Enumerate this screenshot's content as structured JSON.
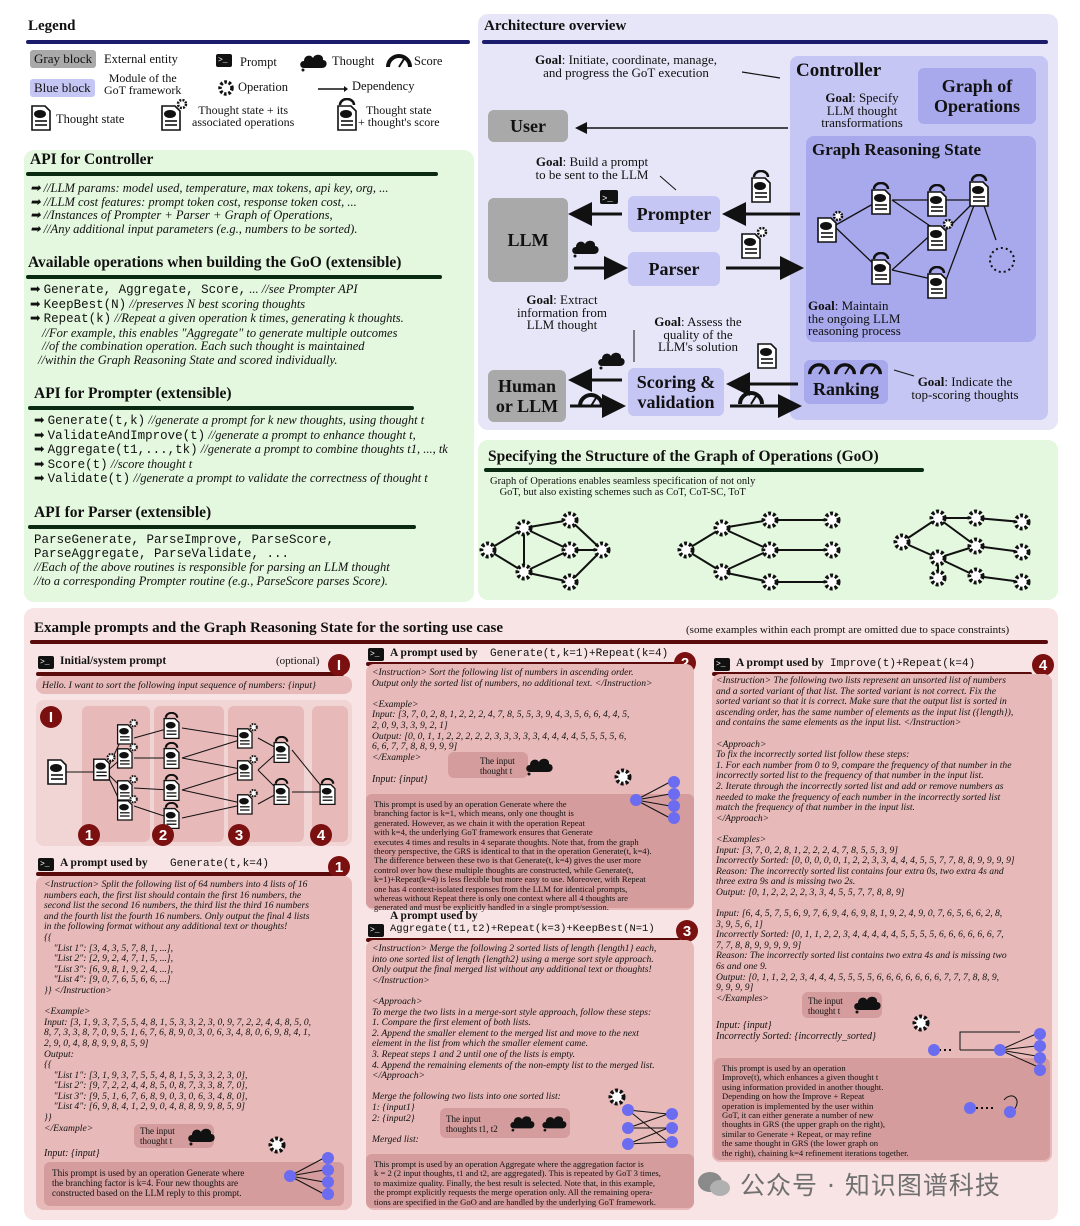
{
  "legend": {
    "title": "Legend",
    "gray_block": "Gray block",
    "gray_desc": "External entity",
    "blue_block": "Blue block",
    "blue_desc": "Module of the\nGoT framework",
    "thought_state": "Thought state",
    "prompt": "Prompt",
    "operation": "Operation",
    "ts_ops": "Thought state + its\nassociated operations",
    "thought": "Thought",
    "dependency": "Dependency",
    "score": "Score",
    "ts_score": "Thought state\n+ thought's score"
  },
  "arch": {
    "title": "Architecture overview",
    "goal_ctrl": "Initiate, coordinate, manage,\nand progress the GoT execution",
    "controller": "Controller",
    "goal_ops": "Specify\nLLM thought\ntransformations",
    "graph_ops": "Graph of\nOperations",
    "user": "User",
    "goal_prompter": "Build a prompt\nto be sent to the LLM",
    "grs": "Graph Reasoning State",
    "llm": "LLM",
    "prompter": "Prompter",
    "parser": "Parser",
    "goal_parser": "Extract\ninformation from\nLLM thought",
    "goal_grs": "Maintain\nthe ongoing LLM\nreasoning process",
    "goal_scoring": "Assess the\nquality of the\nLLM's solution",
    "human": "Human\nor LLM",
    "scoring": "Scoring &\nvalidation",
    "ranking": "Ranking",
    "goal_ranking": "Indicate the\ntop-scoring thoughts",
    "goal_label": "Goal"
  },
  "api_ctrl": {
    "title": "API for Controller",
    "lines": [
      "//LLM params: model used, temperature, max tokens, api key, org, ...",
      "//LLM cost features: prompt token cost, response token cost, ...",
      "//Instances of Prompter + Parser + Graph of Operations,",
      "//Any additional input parameters (e.g., numbers to be sorted)."
    ]
  },
  "ops": {
    "title": "Available operations when building the GoO (extensible)",
    "l1c": "Generate, Aggregate, Score,",
    "l1t": " ... //see Prompter API",
    "l2c": "KeepBest(N)",
    "l2t": " //preserves N best scoring thoughts",
    "l3c": "Repeat(k)",
    "l3t": " //Repeat a given operation k times, generating k thoughts.",
    "l4": "//For example, this enables \"Aggregate\" to generate multiple outcomes",
    "l5": "//of the combination operation. Each such thought is maintained",
    "l6": "//within the Graph Reasoning State and scored individually."
  },
  "api_prompter": {
    "title": "API for Prompter (extensible)",
    "lines": [
      [
        "Generate(t,k)",
        " //generate a prompt for k new thoughts, using thought t"
      ],
      [
        "ValidateAndImprove(t)",
        " //generate a prompt to enhance thought t,"
      ],
      [
        "Aggregate(t1,...,tk)",
        " //generate a prompt to combine thoughts t1, ..., tk"
      ],
      [
        "Score(t)",
        " //score thought t"
      ],
      [
        "Validate(t)",
        " //generate a prompt to validate the correctness of thought t"
      ]
    ]
  },
  "api_parser": {
    "title": "API for Parser (extensible)",
    "l1": "ParseGenerate, ParseImprove, ParseScore,",
    "l2": "ParseAggregate, ParseValidate, ...",
    "l3": "//Each of the above routines is responsible for parsing an LLM thought",
    "l4": "//to a corresponding Prompter routine (e.g., ParseScore parses Score)."
  },
  "goo": {
    "title": "Specifying the Structure of the Graph of Operations (GoO)",
    "desc": "Graph of Operations enables seamless specification of not only\nGoT, but also existing schemes such as CoT, CoT-SC, ToT"
  },
  "examples": {
    "title": "Example prompts and the Graph Reasoning State for the sorting use case",
    "note": "(some examples within each prompt are omitted due to space constraints)"
  },
  "p_init": {
    "title": "Initial/system prompt",
    "optional": "(optional)",
    "num": "I",
    "body": "Hello. I want to sort the following input sequence of numbers: {input}"
  },
  "grs_nums": [
    "I",
    "1",
    "2",
    "3",
    "4"
  ],
  "p1": {
    "title": "A prompt used by",
    "code": "Generate(t,k=4)",
    "num": "1",
    "body": "<Instruction> Split the following list of 64 numbers into 4 lists of 16\nnumbers each, the first list should contain the first 16 numbers, the\nsecond list the second 16 numbers, the third list the third 16 numbers\nand the fourth list the fourth 16 numbers. Only output the final 4 lists\nin the following format without any additional text or thoughts!\n{{\n    \"List 1\": [3, 4, 3, 5, 7, 8, 1, ...],\n    \"List 2\": [2, 9, 2, 4, 7, 1, 5, ...],\n    \"List 3\": [6, 9, 8, 1, 9, 2, 4, ...],\n    \"List 4\": [9, 0, 7, 6, 5, 6, 6, ...]\n}} </Instruction>\n\n<Example>\nInput: [3, 1, 9, 3, 7, 5, 5, 4, 8, 1, 5, 3, 3, 2, 3, 0, 9, 7, 2, 2, 4, 4, 8, 5, 0,\n8, 7, 3, 3, 8, 7, 0, 9, 5, 1, 6, 7, 6, 8, 9, 0, 3, 0, 6, 3, 4, 8, 0, 6, 9, 8, 4, 1,\n2, 9, 0, 4, 8, 8, 9, 9, 8, 5, 9]\nOutput:\n{{\n    \"List 1\": [3, 1, 9, 3, 7, 5, 5, 4, 8, 1, 5, 3, 3, 2, 3, 0],\n    \"List 2\": [9, 7, 2, 2, 4, 4, 8, 5, 0, 8, 7, 3, 3, 8, 7, 0],\n    \"List 3\": [9, 5, 1, 6, 7, 6, 8, 9, 0, 3, 0, 6, 3, 4, 8, 0],\n    \"List 4\": [6, 9, 8, 4, 1, 2, 9, 0, 4, 8, 8, 9, 9, 8, 5, 9]\n}}\n</Example>",
    "input_label": "The input\nthought t",
    "input": "Input: {input}",
    "note": "This prompt is used by an operation Generate where\nthe branching factor is k=4. Four new thoughts are\nconstructed based on the LLM reply to this prompt."
  },
  "p2": {
    "title": "A prompt used by",
    "code": "Generate(t,k=1)+Repeat(k=4)",
    "num": "2",
    "body": "<Instruction> Sort the following list of numbers in ascending order.\nOutput only the sorted list of numbers, no additional text. </Instruction>\n\n<Example>\nInput: [3, 7, 0, 2, 8, 1, 2, 2, 2, 4, 7, 8, 5, 5, 3, 9, 4, 3, 5, 6, 6, 4, 4, 5,\n2, 0, 9, 3, 3, 9, 2, 1]\nOutput: [0, 0, 1, 1, 2, 2, 2, 2, 2, 3, 3, 3, 3, 3, 4, 4, 4, 4, 5, 5, 5, 5, 6,\n6, 6, 7, 7, 8, 8, 9, 9, 9]\n</Example>",
    "input_label": "The input\nthought t",
    "input": "Input: {input}",
    "note": "This prompt is used by an operation Generate where the\nbranching factor is k=1, which means, only one thought is\ngenerated. However, as we chain it with the operation Repeat\nwith k=4, the underlying GoT framework ensures that Generate\nexecutes 4 times and results in 4 separate thoughts. Note that, from the graph\ntheory perspective, the GRS is identical to that in the operation Generate(t, k=4).\nThe difference between these two is that Generate(t, k=4) gives the user more\ncontrol over how these multiple thoughts are constructed, while Generate(t,\nk=1)+Repeat(k=4) is less flexible but more easy to use. Moreover, with Repeat\none has 4 context-isolated responses from the LLM for identical prompts,\nwhereas without Repeat there is only one context where all 4 thoughts are\ngenerated and must be explicitly handled in a single prompt/session."
  },
  "p3": {
    "title": "A prompt used by",
    "code": "Aggregate(t1,t2)+Repeat(k=3)+KeepBest(N=1)",
    "num": "3",
    "body": "<Instruction> Merge the following 2 sorted lists of length {length1} each,\ninto one sorted list of length {length2} using a merge sort style approach.\nOnly output the final merged list without any additional text or thoughts!\n</Instruction>\n\n<Approach>\nTo merge the two lists in a merge-sort style approach, follow these steps:\n1. Compare the first element of both lists.\n2. Append the smaller element to the merged list and move to the next\nelement in the list from which the smaller element came.\n3. Repeat steps 1 and 2 until one of the lists is empty.\n4. Append the remaining elements of the non-empty list to the merged list.\n</Approach>\n\nMerge the following two lists into one sorted list:\n1: {input1}\n2: {input2}\n\nMerged list:",
    "input_label": "The input\nthoughts t1, t2",
    "note": "This prompt is used by an operation Aggregate where the aggregation factor is\nk = 2 (2 input thoughts, t1 and t2, are aggregated). This is repeated by GoT 3 times,\nto maximize quality. Finally, the best result is selected. Note that, in this example,\nthe prompt explicitly requests the merge operation only. All the remaining opera-\ntions are specified in the GoO and are handled by the underlying GoT framework."
  },
  "p4": {
    "title": "A prompt used by",
    "code": "Improve(t)+Repeat(k=4)",
    "num": "4",
    "body": "<Instruction> The following two lists represent an unsorted list of numbers\nand a sorted variant of that list. The sorted variant is not correct. Fix the\nsorted variant so that it is correct. Make sure that the output list is sorted in\nascending order, has the same number of elements as the input list ({length}),\nand contains the same elements as the input list. </Instruction>\n\n<Approach>\nTo fix the incorrectly sorted list follow these steps:\n1. For each number from 0 to 9, compare the frequency of that number in the\nincorrectly sorted list to the frequency of that number in the input list.\n2. Iterate through the incorrectly sorted list and add or remove numbers as\nneeded to make the frequency of each number in the incorrectly sorted list\nmatch the frequency of that number in the input list.\n</Approach>\n\n<Examples>\nInput: [3, 7, 0, 2, 8, 1, 2, 2, 2, 4, 7, 8, 5, 5, 3, 9]\nIncorrectly Sorted: [0, 0, 0, 0, 0, 1, 2, 2, 3, 3, 4, 4, 4, 5, 5, 7, 7, 8, 8, 9, 9, 9, 9]\nReason: The incorrectly sorted list contains four extra 0s, two extra 4s and\nthree extra 9s and is missing two 2s.\nOutput: [0, 1, 2, 2, 2, 2, 3, 3, 4, 5, 5, 7, 7, 8, 8, 9]\n\nInput: [6, 4, 5, 7, 5, 6, 9, 7, 6, 9, 4, 6, 9, 8, 1, 9, 2, 4, 9, 0, 7, 6, 5, 6, 6, 2, 8,\n3, 9, 5, 6, 1]\nIncorrectly Sorted: [0, 1, 1, 2, 2, 3, 4, 4, 4, 4, 4, 5, 5, 5, 5, 6, 6, 6, 6, 6, 6, 7,\n7, 7, 8, 8, 9, 9, 9, 9, 9]\nReason: The incorrectly sorted list contains two extra 4s and is missing two\n6s and one 9.\nOutput: [0, 1, 1, 2, 2, 3, 4, 4, 4, 5, 5, 5, 5, 6, 6, 6, 6, 6, 6, 6, 7, 7, 7, 8, 8, 9,\n9, 9, 9, 9]\n</Examples>",
    "input_label": "The input\nthought t",
    "input": "Input: {input}\nIncorrectly Sorted: {incorrectly_sorted}",
    "note": "This prompt is used by an operation\nImprove(t), which enhances a given thought t\nusing information provided in another thought.\nDepending on how the Improve + Repeat\noperation is implemented by the user within\nGoT, it can either generate a number of new\nthoughts in GRS (the upper graph on the right),\nsimilar to Generate + Repeat, or may refine\nthe same thought in GRS (the lower graph on\nthe right), chaining k=4 refinement iterations together."
  },
  "watermark": "公众号 · 知识图谱科技",
  "colors": {
    "green_bg": "#e4f7df",
    "blue_bg": "#e6e6f8",
    "pink_bg": "#f8e4e4",
    "gray": "#a9a9a9",
    "blue_module": "#c6c6f4",
    "grs_bg": "#a8a8ec",
    "dark_green": "#0a2a12",
    "dark_red": "#6a0f0f",
    "node_blue": "#6c6cf0"
  },
  "icons": [
    "terminal-icon",
    "cloud-icon",
    "gear-icon",
    "gauge-icon",
    "document-icon",
    "arrow-icon"
  ]
}
